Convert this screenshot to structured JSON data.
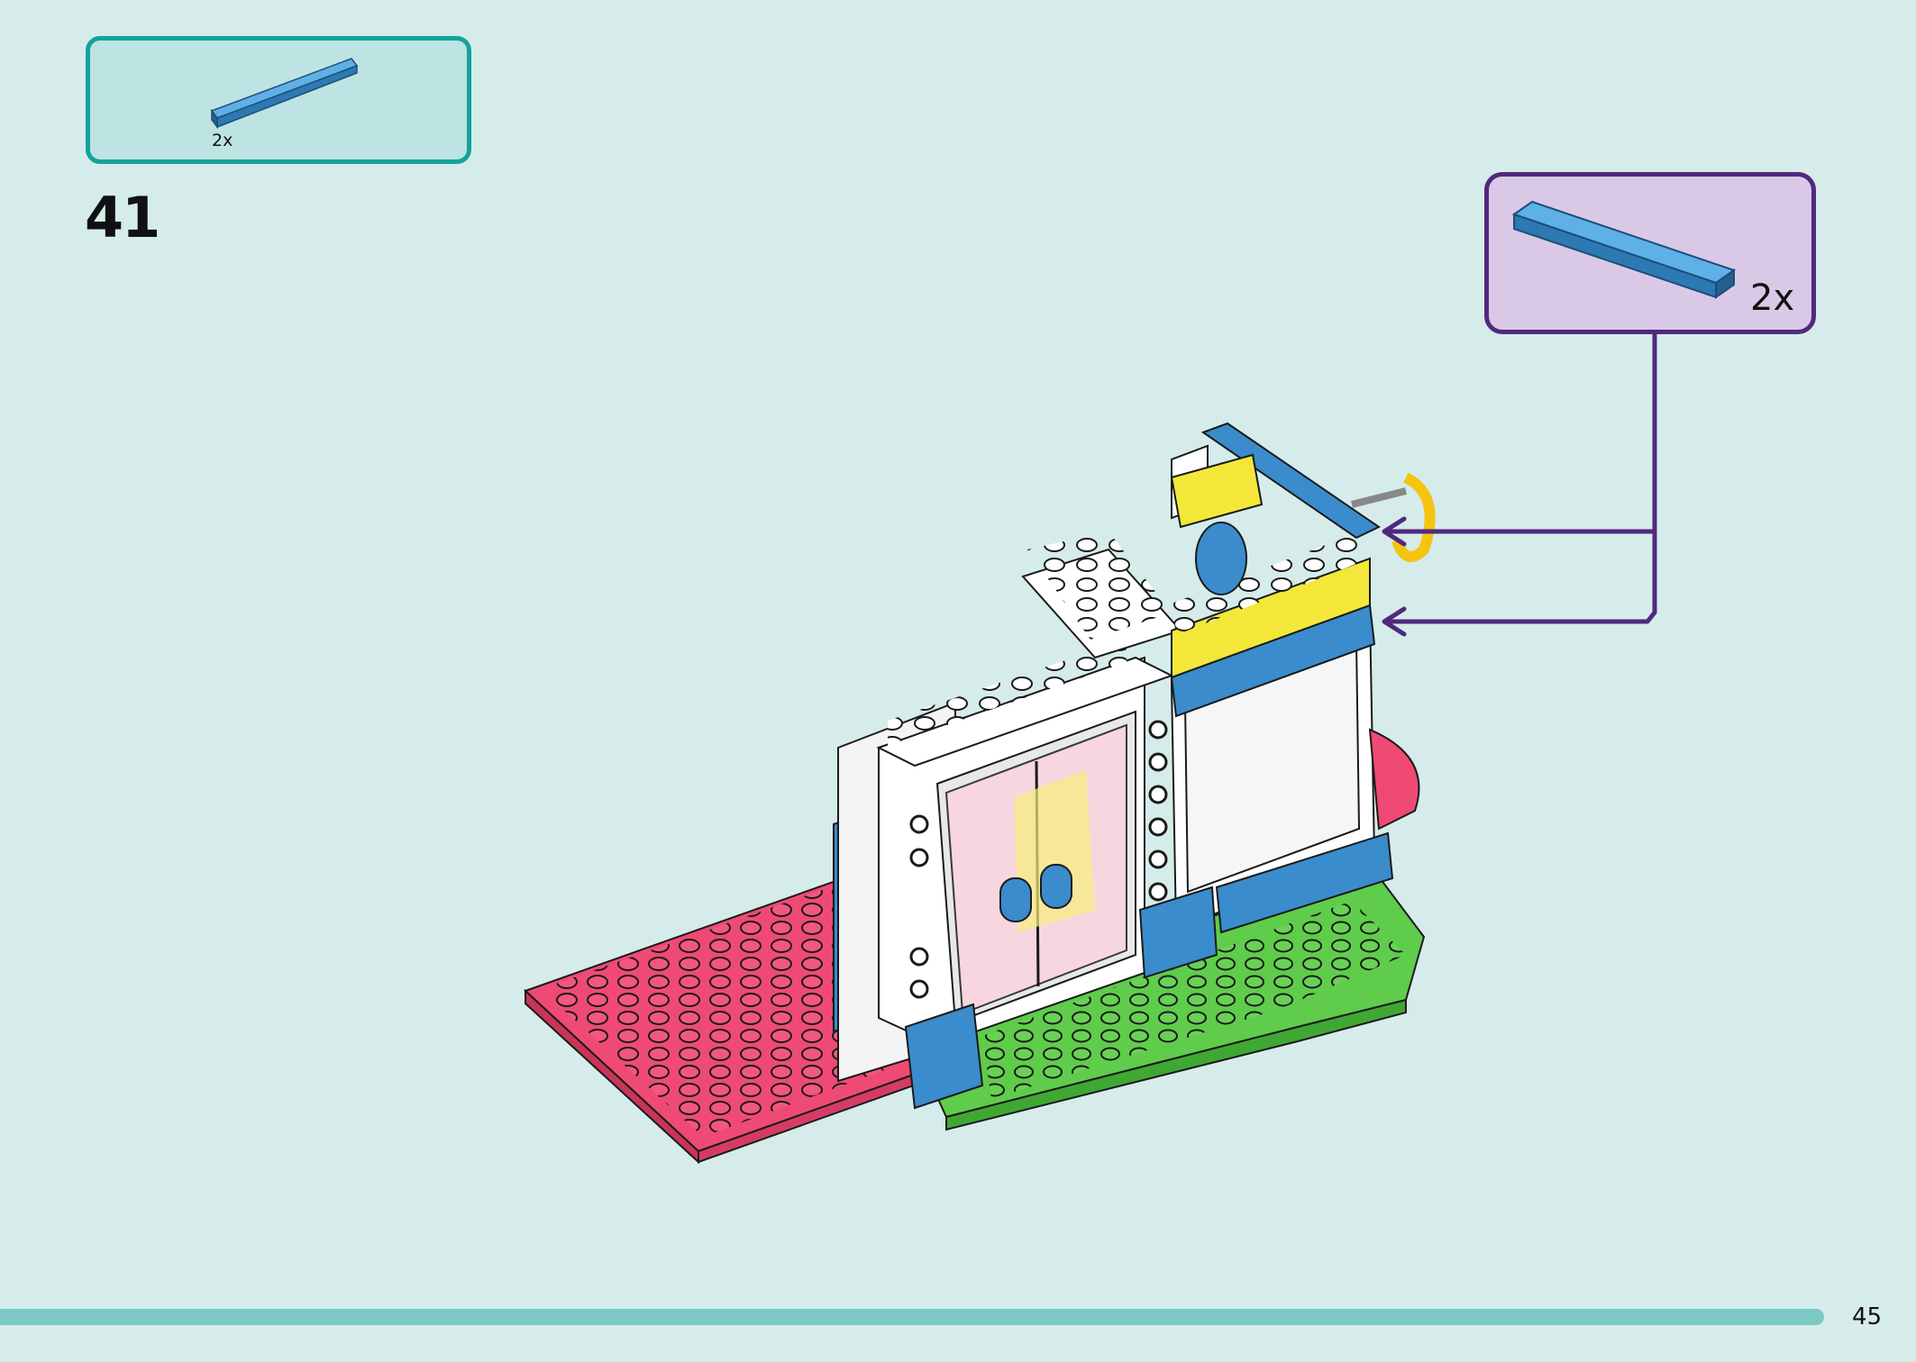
{
  "parts_callout": {
    "quantity_label": "2x",
    "part_icon": "blue-tile-1x6-icon",
    "border_color": "#13a39b"
  },
  "step": {
    "number": "41"
  },
  "sub_assembly_callout": {
    "quantity_label": "2x",
    "part_icon": "blue-tile-1x8-icon",
    "border_color": "#52287e"
  },
  "footer": {
    "page_number": "45"
  },
  "colors": {
    "background": "#d5eceb",
    "tile_blue": "#3a8ccc",
    "plate_pink": "#ef4a74",
    "plate_green": "#5fcc4b",
    "brick_white": "#ffffff",
    "accent_yellow": "#f3e83a",
    "arrow_purple": "#52287e"
  }
}
